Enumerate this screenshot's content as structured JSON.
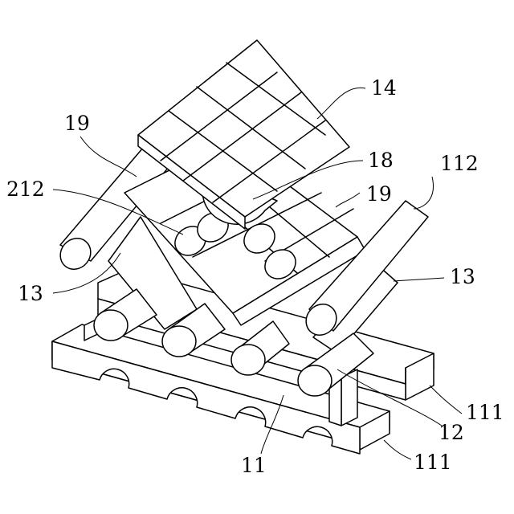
{
  "diagram": {
    "labels": {
      "l14": "14",
      "l19a": "19",
      "l18": "18",
      "l112": "112",
      "l212": "212",
      "l19b": "19",
      "l13a": "13",
      "l13b": "13",
      "l111a": "111",
      "l12": "12",
      "l111b": "111",
      "l11": "11"
    }
  }
}
